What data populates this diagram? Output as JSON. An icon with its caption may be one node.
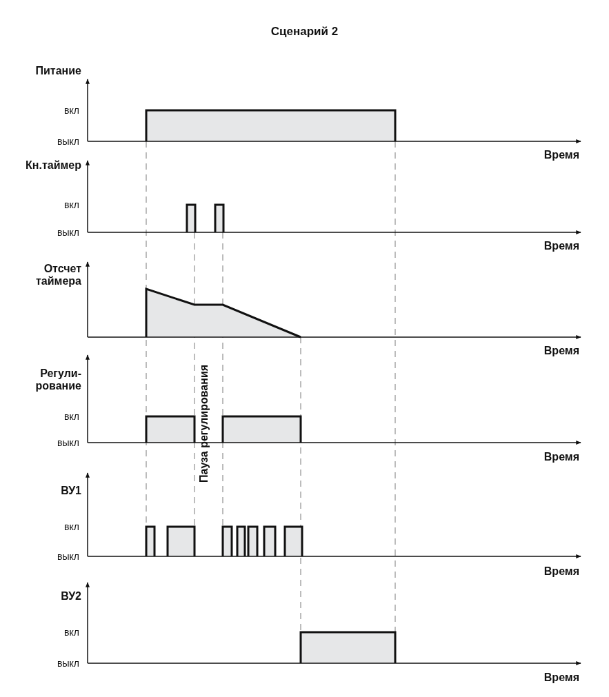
{
  "diagram": {
    "title": "Сценарий 2",
    "labels": [
      "Питание",
      "вкл",
      "выкл",
      "Время",
      "Кн.таймер",
      "вкл",
      "выкл",
      "Время",
      "Отсчет таймера",
      "Время",
      "Регули- рование",
      "вкл",
      "выкл",
      "Время",
      "Пауза регулирования",
      "ВУ1",
      "вкл",
      "выкл",
      "Время",
      "ВУ2",
      "вкл",
      "выкл",
      "Время"
    ]
  }
}
